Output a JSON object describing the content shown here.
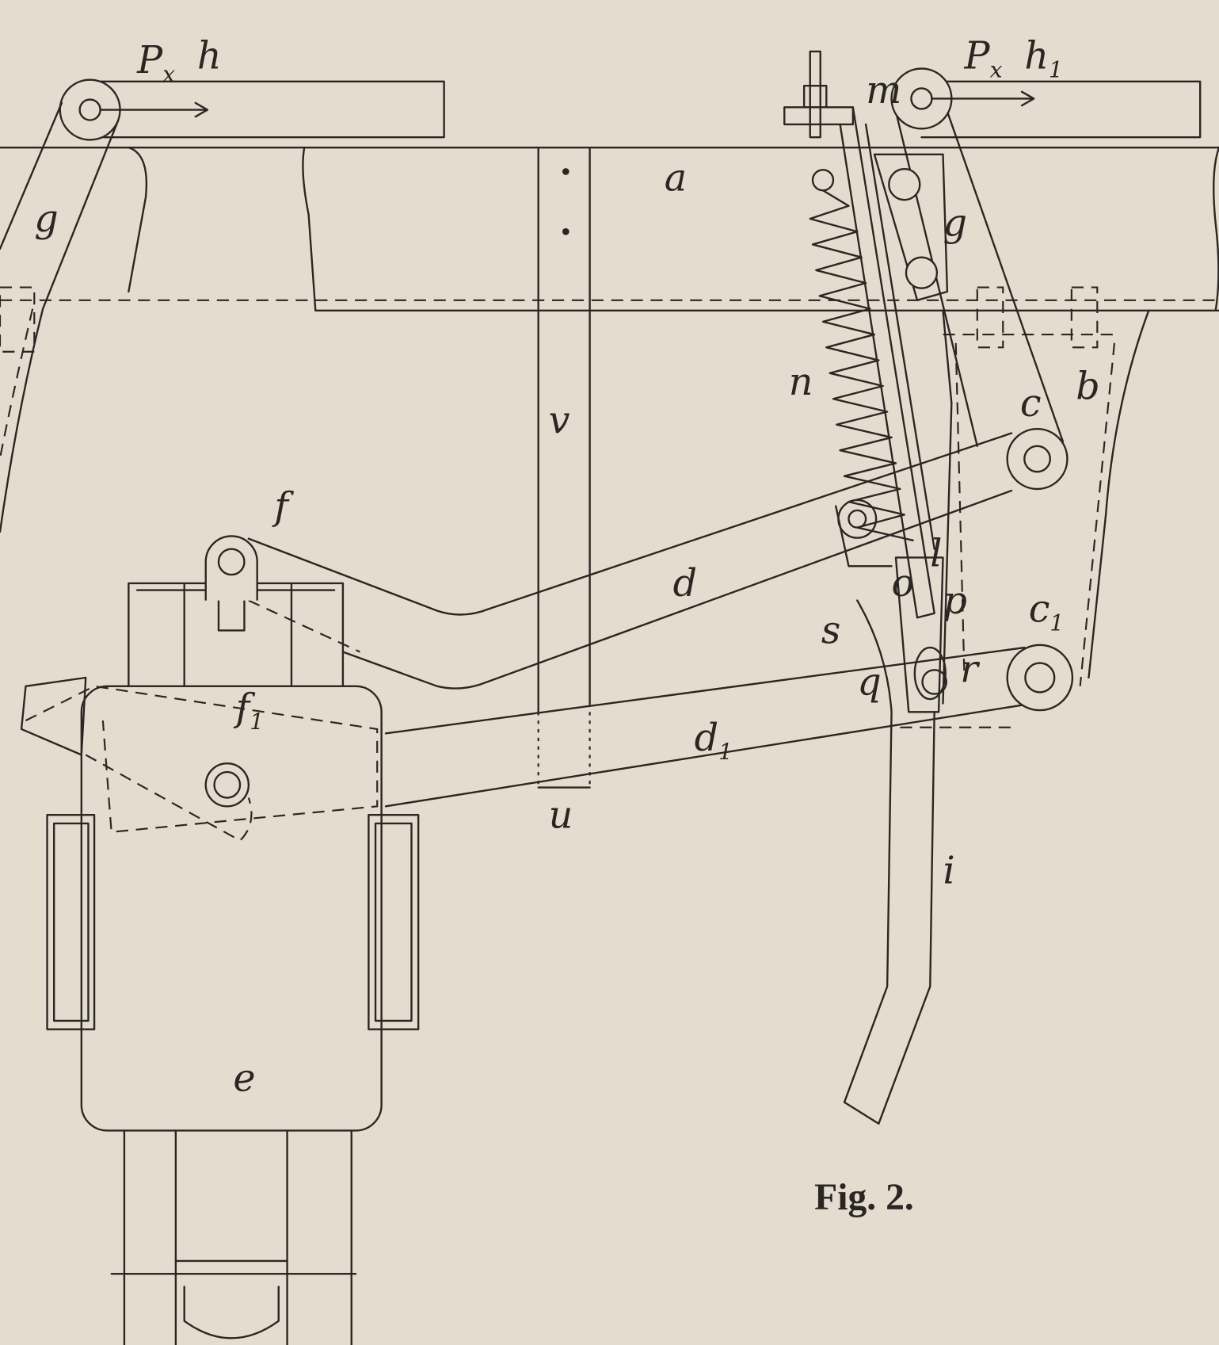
{
  "figure": {
    "caption": "Fig. 2.",
    "labels": {
      "h": "h",
      "px_left": "P",
      "px_left_sub": "x",
      "g_left": "g",
      "a": "a",
      "v": "v",
      "f": "f",
      "d": "d",
      "f1": "f",
      "f1_sub": "1",
      "d1": "d",
      "d1_sub": "1",
      "u": "u",
      "e": "e",
      "m": "m",
      "px_right": "P",
      "px_right_sub": "x",
      "h1": "h",
      "h1_sub": "1",
      "g_right": "g",
      "n": "n",
      "c": "c",
      "b": "b",
      "o": "o",
      "l": "l",
      "p": "p",
      "s": "s",
      "q": "q",
      "r": "r",
      "c1": "c",
      "c1_sub": "1",
      "i": "i"
    }
  },
  "colors": {
    "paper": "#e4ddcf",
    "ink": "#2b2622"
  }
}
